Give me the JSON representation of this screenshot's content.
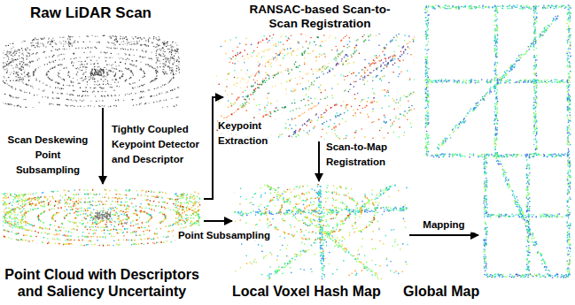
{
  "diagram": {
    "nodes": [
      {
        "text": [
          "Raw LiDAR Scan"
        ]
      },
      {
        "text": [
          "Point Cloud with Descriptors and Saliency Uncertainty"
        ]
      },
      {
        "text": [
          "RANSAC-based Scan-to-Scan Registration"
        ]
      },
      {
        "text": [
          "Local Voxel Hash Map"
        ]
      },
      {
        "text": [
          "Global Map"
        ]
      }
    ],
    "edges": [
      {
        "from": 0,
        "to": 1,
        "arrow": "to",
        "label": "Scan Deskewing Point Subsampling"
      },
      {
        "from": 1,
        "to": 2,
        "arrow": "to",
        "label": "Keypoint Extraction"
      },
      {
        "from": 1,
        "to": 3,
        "arrow": "to",
        "label": "Point Subsampling"
      },
      {
        "from": 2,
        "to": 3,
        "arrow": "to",
        "label": "Scan-to-Map Registration"
      },
      {
        "from": 3,
        "to": 4,
        "arrow": "to",
        "label": "Mapping"
      }
    ],
    "labels": [
      "Tightly Coupled Keypoint Detector and Descriptor"
    ]
  }
}
